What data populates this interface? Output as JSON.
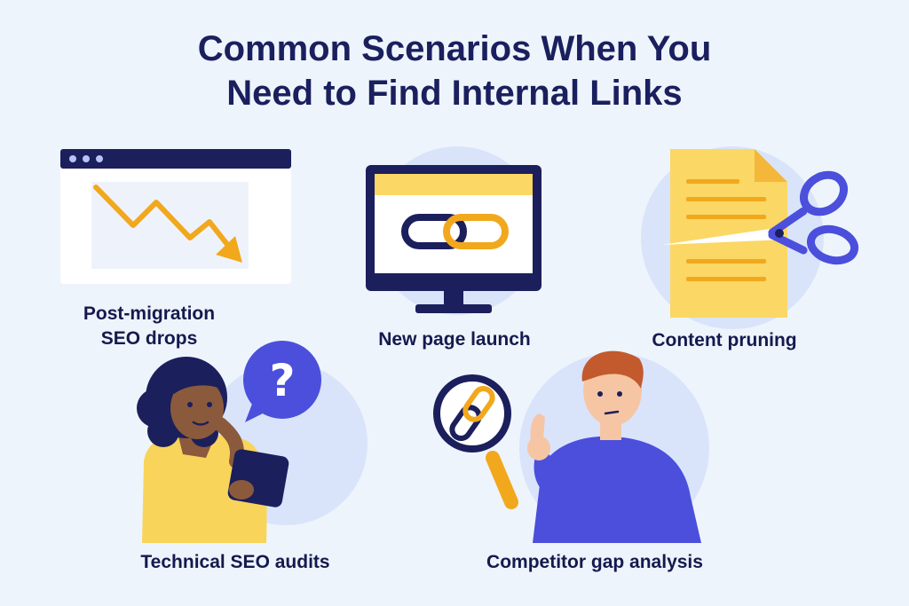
{
  "title": {
    "line1": "Common Scenarios When You",
    "line2": "Need to Find Internal Links"
  },
  "scenarios": [
    {
      "line1": "Post-migration",
      "line2": "SEO drops",
      "icon": "trend-down-chart-icon"
    },
    {
      "line1": "New page launch",
      "icon": "monitor-link-icon"
    },
    {
      "line1": "Content pruning",
      "icon": "document-scissors-icon"
    },
    {
      "line1": "Technical SEO audits",
      "icon": "woman-tablet-question-icon"
    },
    {
      "line1": "Competitor gap analysis",
      "icon": "magnifier-link-man-icon"
    }
  ],
  "colors": {
    "navy": "#1a1f5e",
    "accent_orange": "#f2a81d",
    "accent_blue": "#4b4fdc",
    "circle_bg": "#d9e4fb",
    "paper_yellow": "#fbd765"
  }
}
